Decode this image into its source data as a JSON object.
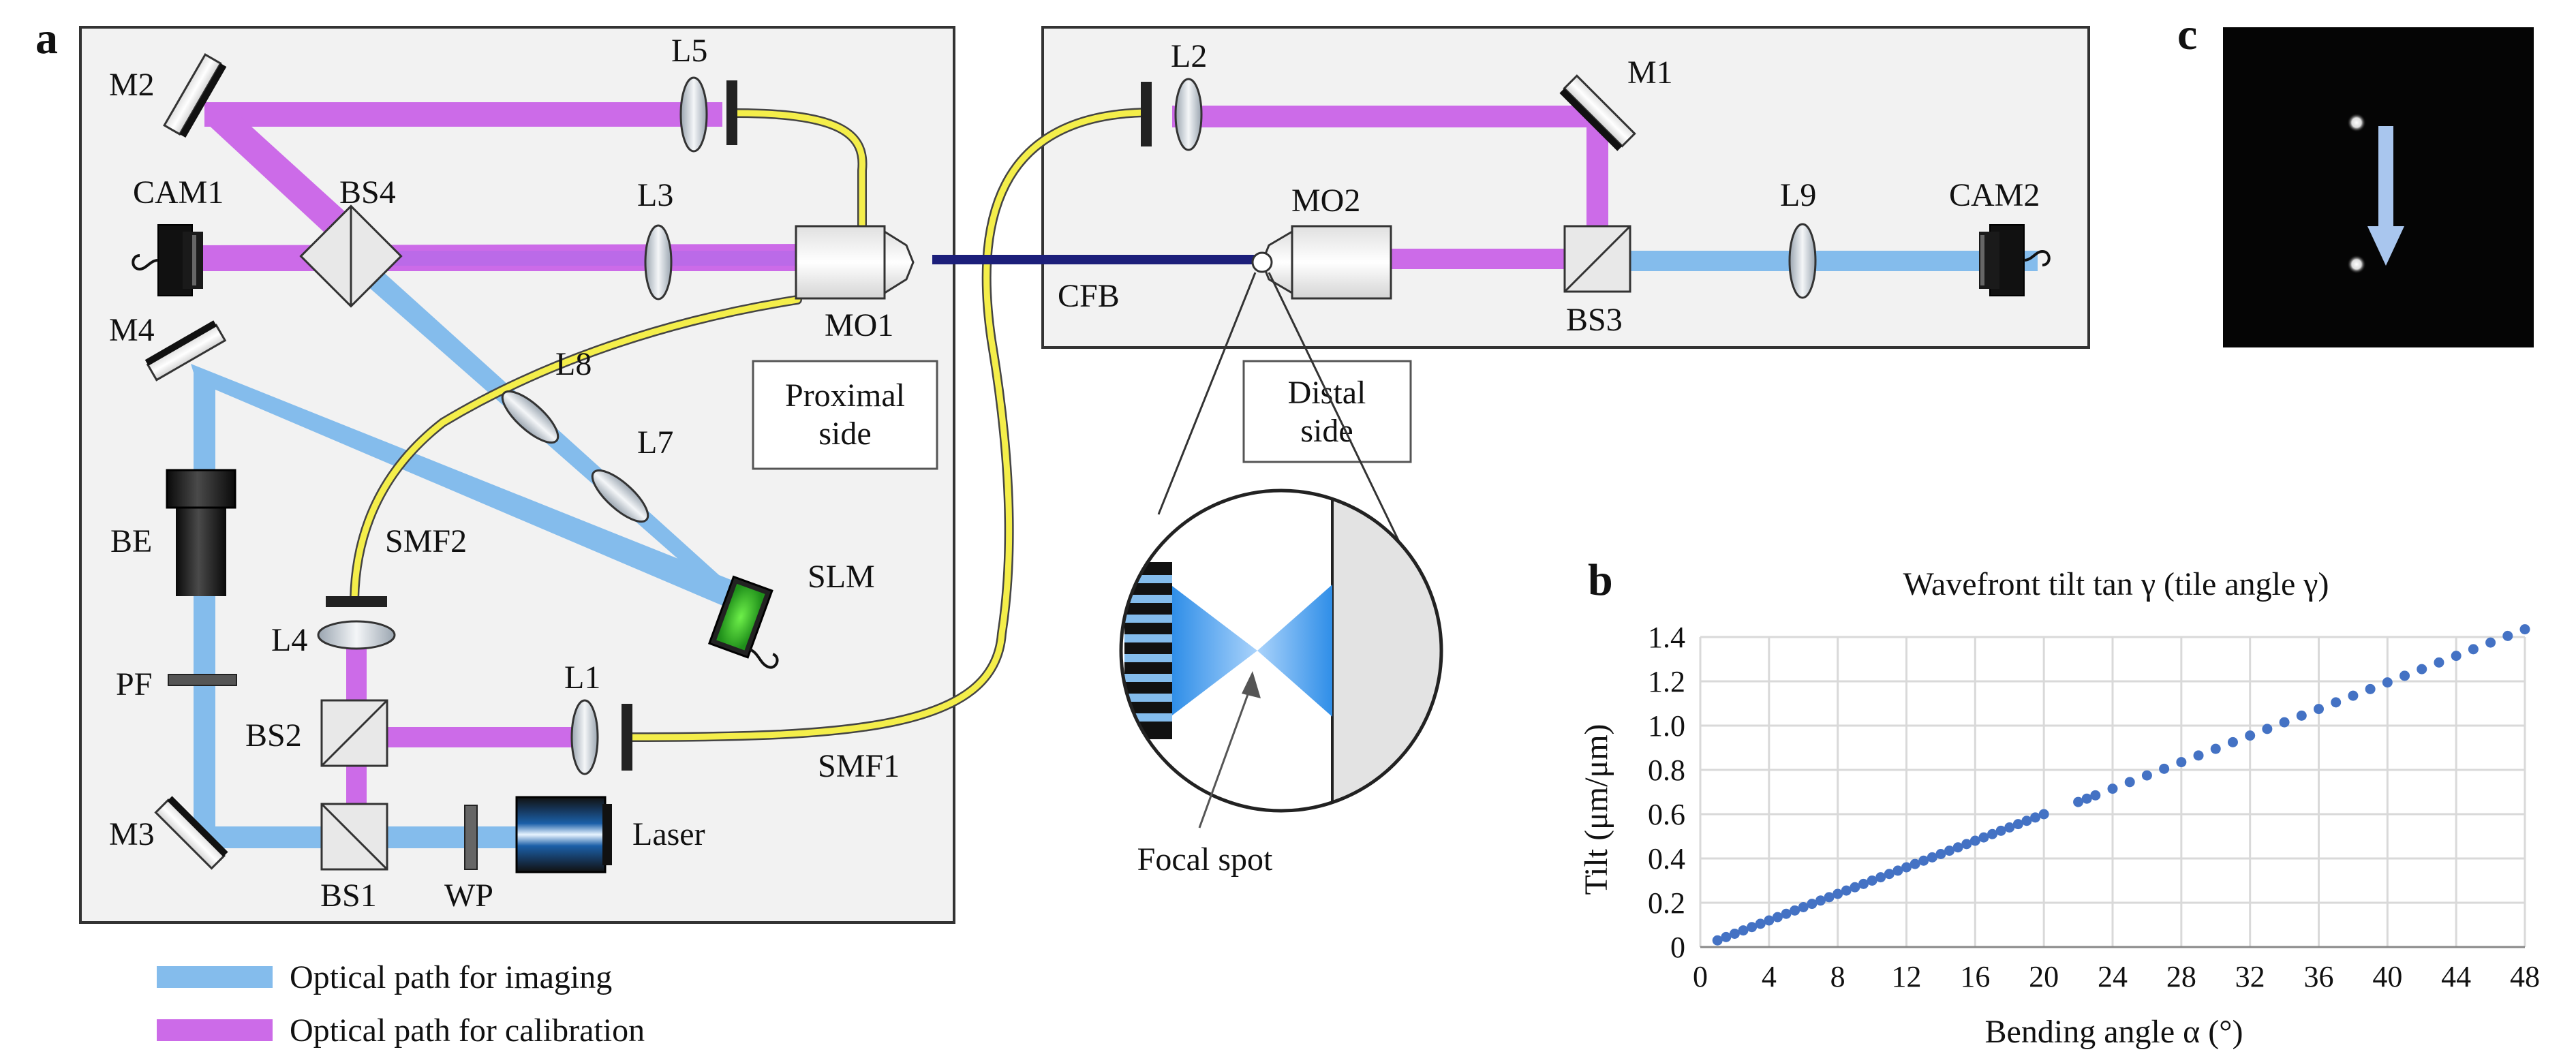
{
  "panels": {
    "a": "a",
    "b": "b",
    "c": "c"
  },
  "components": {
    "M1": "M1",
    "M2": "M2",
    "M3": "M3",
    "M4": "M4",
    "L1": "L1",
    "L2": "L2",
    "L3": "L3",
    "L4": "L4",
    "L5": "L5",
    "L7": "L7",
    "L8": "L8",
    "L9": "L9",
    "BS1": "BS1",
    "BS2": "BS2",
    "BS3": "BS3",
    "BS4": "BS4",
    "CAM1": "CAM1",
    "CAM2": "CAM2",
    "MO1": "MO1",
    "MO2": "MO2",
    "BE": "BE",
    "PF": "PF",
    "WP": "WP",
    "Laser": "Laser",
    "SLM": "SLM",
    "SMF1": "SMF1",
    "SMF2": "SMF2",
    "CFB": "CFB"
  },
  "boxes": {
    "proximal_line1": "Proximal",
    "proximal_line2": "side",
    "distal_line1": "Distal",
    "distal_line2": "side"
  },
  "inset": {
    "focal_spot": "Focal spot"
  },
  "legend": {
    "imaging": "Optical path for imaging",
    "calibration": "Optical path for calibration"
  },
  "colors": {
    "imaging": "#84bcec",
    "calibration": "#cc6be8",
    "fiber": "#f4ee4a",
    "cfb": "#1c1f7a",
    "chart_points": "#4472c4",
    "gridline": "#d9d9d9"
  },
  "chart_data": {
    "type": "scatter",
    "title": "Wavefront tilt tan γ (tile angle γ)",
    "xlabel": "Bending angle α (°)",
    "ylabel": "Tilt (μm/μm)",
    "xlim": [
      0,
      48
    ],
    "ylim": [
      0,
      1.4
    ],
    "x_ticks": [
      "0",
      "4",
      "8",
      "12",
      "16",
      "20",
      "24",
      "28",
      "32",
      "36",
      "40",
      "44",
      "48"
    ],
    "y_ticks": [
      "0",
      "0.2",
      "0.4",
      "0.6",
      "0.8",
      "1.0",
      "1.2",
      "1.4"
    ],
    "grid": true,
    "x": [
      1,
      1.5,
      2,
      2.5,
      3,
      3.5,
      4,
      4.5,
      5,
      5.5,
      6,
      6.5,
      7,
      7.5,
      8,
      8.5,
      9,
      9.5,
      10,
      10.5,
      11,
      11.5,
      12,
      12.5,
      13,
      13.5,
      14,
      14.5,
      15,
      15.5,
      16,
      16.5,
      17,
      17.5,
      18,
      18.5,
      19,
      19.5,
      20,
      22,
      22.5,
      23,
      24,
      25,
      26,
      27,
      28,
      29,
      30,
      31,
      32,
      33,
      34,
      35,
      36,
      37,
      38,
      39,
      40,
      41,
      42,
      43,
      44,
      45,
      46,
      47,
      48
    ],
    "y": [
      0.03,
      0.045,
      0.06,
      0.075,
      0.09,
      0.105,
      0.12,
      0.135,
      0.15,
      0.165,
      0.18,
      0.195,
      0.21,
      0.225,
      0.24,
      0.255,
      0.27,
      0.285,
      0.3,
      0.315,
      0.33,
      0.345,
      0.36,
      0.375,
      0.39,
      0.405,
      0.42,
      0.435,
      0.45,
      0.465,
      0.48,
      0.495,
      0.51,
      0.525,
      0.54,
      0.555,
      0.57,
      0.585,
      0.6,
      0.655,
      0.67,
      0.685,
      0.715,
      0.745,
      0.775,
      0.805,
      0.835,
      0.865,
      0.895,
      0.925,
      0.955,
      0.985,
      1.015,
      1.045,
      1.075,
      1.105,
      1.135,
      1.165,
      1.195,
      1.225,
      1.255,
      1.285,
      1.315,
      1.345,
      1.375,
      1.405,
      1.435
    ]
  }
}
